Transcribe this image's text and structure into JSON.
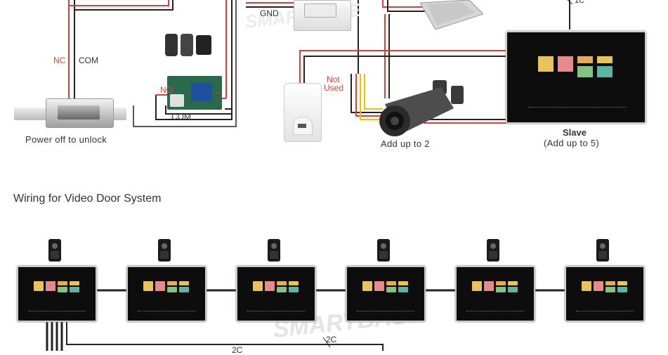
{
  "diagram": {
    "top_labels": {
      "nc": "NC",
      "com": "COM",
      "gnd": "GND",
      "no": "NO",
      "com2": "COM",
      "not_used": [
        "Not",
        "Used"
      ],
      "plus": "+",
      "minus": "−",
      "one_c": "1C"
    },
    "captions": {
      "lock": "Power off to unlock",
      "camera": "Add up to 2",
      "slave_title": "Slave",
      "slave_sub": "(Add up to 5)"
    },
    "section_title": "Wiring for Video Door System",
    "bottom_labels": {
      "two_c": "2C",
      "two_c_partial": "2C"
    },
    "watermark": "SMARTBASE",
    "colors": {
      "red_wire": "#e53935",
      "black_wire": "#222222",
      "yellow_wire": "#e8c400",
      "tile_yellow": "#e8c35a",
      "tile_pink": "#e88a8a",
      "tile_orange": "#e8a95a",
      "tile_green": "#7fc47f",
      "tile_teal": "#5ab5a5"
    }
  }
}
